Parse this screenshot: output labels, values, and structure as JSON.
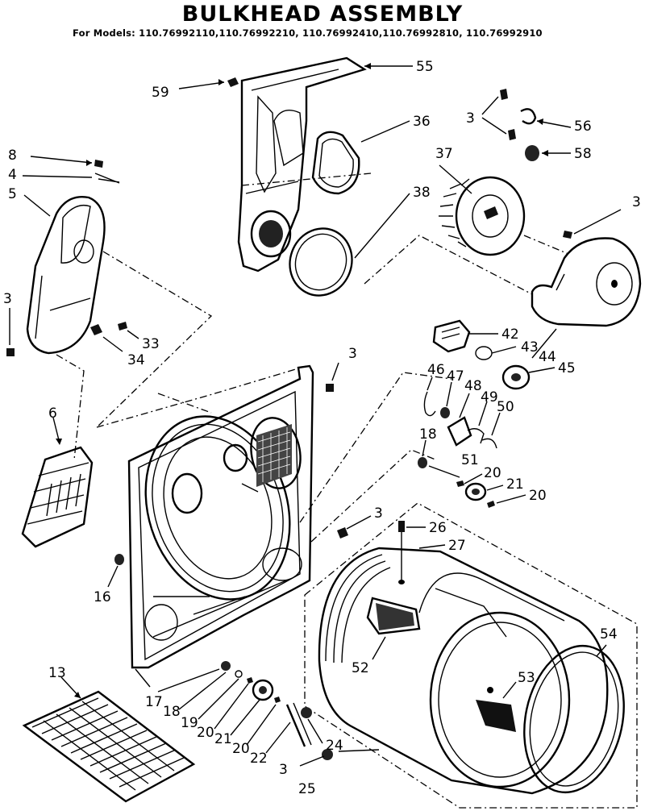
{
  "title": "BULKHEAD ASSEMBLY",
  "models": "For Models: 110.76992110,110.76992210, 110.76992410,110.76992810, 110.76992910",
  "callouts": {
    "c55": "55",
    "c59": "59",
    "c36": "36",
    "c56": "56",
    "c3a": "3",
    "c58": "58",
    "c37": "37",
    "c38": "38",
    "c3b": "3",
    "c8": "8",
    "c4": "4",
    "c5": "5",
    "c3c": "3",
    "c33": "33",
    "c34": "34",
    "c3d": "3",
    "c42": "42",
    "c43": "43",
    "c44": "44",
    "c45": "45",
    "c46": "46",
    "c47": "47",
    "c48": "48",
    "c49": "49",
    "c50": "50",
    "c18a": "18",
    "c51": "51",
    "c20a": "20",
    "c21a": "21",
    "c20b": "20",
    "c6": "6",
    "c3e": "3",
    "c26": "26",
    "c27": "27",
    "c16": "16",
    "c52": "52",
    "c54": "54",
    "c53": "53",
    "c13": "13",
    "c17": "17",
    "c18b": "18",
    "c19": "19",
    "c20c": "20",
    "c21b": "21",
    "c20d": "20",
    "c22": "22",
    "c24": "24",
    "c3f": "3",
    "c25": "25"
  }
}
